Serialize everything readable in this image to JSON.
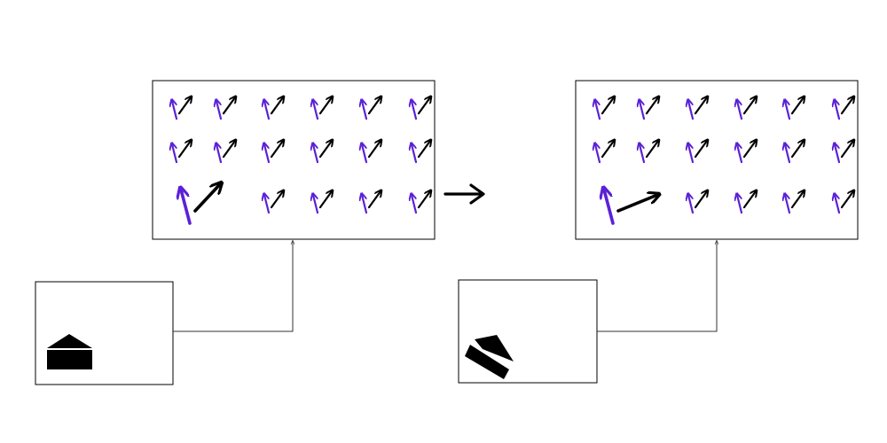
{
  "colors": {
    "background": "#ffffff",
    "frame": "#000000",
    "connector": "#333333",
    "arrow_purple": "#5b21d6",
    "arrow_black": "#000000",
    "shape_fill": "#000000"
  },
  "panels": [
    {
      "id": "before",
      "shape_icon": "house-pentagon-icon",
      "shape_state": "upright",
      "arrow_grid": {
        "rows": 3,
        "cols": 6,
        "highlighted_cell": {
          "row": 3,
          "col": 1
        }
      }
    },
    {
      "id": "after",
      "shape_icon": "house-pentagon-icon",
      "shape_state": "rotated",
      "arrow_grid": {
        "rows": 3,
        "cols": 6,
        "highlighted_cell": {
          "row": 3,
          "col": 1
        }
      }
    }
  ],
  "transition_icon": "right-arrow-icon"
}
